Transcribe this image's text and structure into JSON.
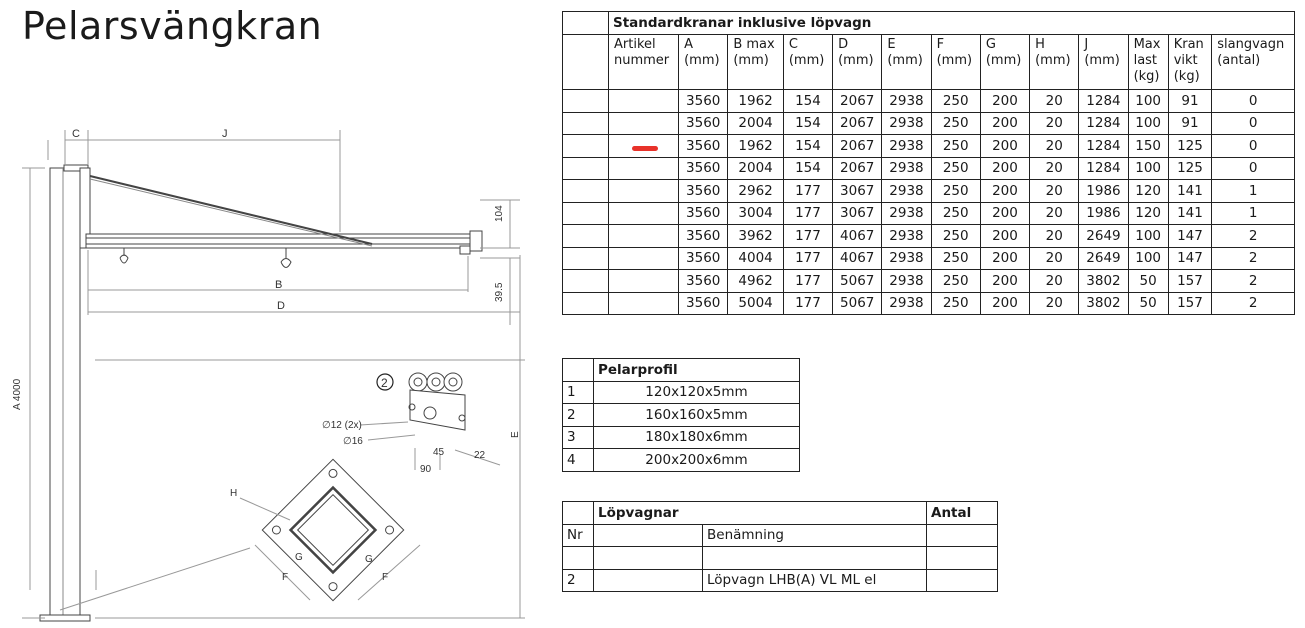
{
  "page": {
    "title": "Pelarsvängkran"
  },
  "drawing": {
    "dim_c": "C",
    "dim_j": "J",
    "dim_b": "B",
    "dim_d": "D",
    "dim_e": "E",
    "dim_a": "A 4000",
    "dim_104": "104",
    "dim_39_5": "39.5",
    "callout": "2",
    "hole_12": "∅12 (2x)",
    "hole_16": "∅16",
    "dim_45": "45",
    "dim_90": "90",
    "dim_22": "22",
    "label_h": "H",
    "label_g1": "G",
    "label_g2": "G",
    "label_f1": "F",
    "label_f2": "F"
  },
  "table_cranes": {
    "title": "Standardkranar inklusive löpvagn",
    "headers": [
      "Artikel\nnummer",
      "A\n(mm)",
      "B max\n(mm)",
      "C\n(mm)",
      "D\n(mm)",
      "E\n(mm)",
      "F\n(mm)",
      "G\n(mm)",
      "H\n(mm)",
      "J\n(mm)",
      "Max\nlast\n(kg)",
      "Kran\nvikt\n(kg)",
      "slangvagn\n(antal)"
    ],
    "rows": [
      [
        "",
        "3560",
        "1962",
        "154",
        "2067",
        "2938",
        "250",
        "200",
        "20",
        "1284",
        "100",
        "91",
        "0"
      ],
      [
        "",
        "3560",
        "2004",
        "154",
        "2067",
        "2938",
        "250",
        "200",
        "20",
        "1284",
        "100",
        "91",
        "0"
      ],
      [
        "",
        "3560",
        "1962",
        "154",
        "2067",
        "2938",
        "250",
        "200",
        "20",
        "1284",
        "150",
        "125",
        "0"
      ],
      [
        "",
        "3560",
        "2004",
        "154",
        "2067",
        "2938",
        "250",
        "200",
        "20",
        "1284",
        "100",
        "125",
        "0"
      ],
      [
        "",
        "3560",
        "2962",
        "177",
        "3067",
        "2938",
        "250",
        "200",
        "20",
        "1986",
        "120",
        "141",
        "1"
      ],
      [
        "",
        "3560",
        "3004",
        "177",
        "3067",
        "2938",
        "250",
        "200",
        "20",
        "1986",
        "120",
        "141",
        "1"
      ],
      [
        "",
        "3560",
        "3962",
        "177",
        "4067",
        "2938",
        "250",
        "200",
        "20",
        "2649",
        "100",
        "147",
        "2"
      ],
      [
        "",
        "3560",
        "4004",
        "177",
        "4067",
        "2938",
        "250",
        "200",
        "20",
        "2649",
        "100",
        "147",
        "2"
      ],
      [
        "",
        "3560",
        "4962",
        "177",
        "5067",
        "2938",
        "250",
        "200",
        "20",
        "3802",
        "50",
        "157",
        "2"
      ],
      [
        "",
        "3560",
        "5004",
        "177",
        "5067",
        "2938",
        "250",
        "200",
        "20",
        "3802",
        "50",
        "157",
        "2"
      ]
    ],
    "highlight_color": "#e8322a"
  },
  "table_profile": {
    "title": "Pelarprofil",
    "rows": [
      [
        "1",
        "120x120x5mm"
      ],
      [
        "2",
        "160x160x5mm"
      ],
      [
        "3",
        "180x180x6mm"
      ],
      [
        "4",
        "200x200x6mm"
      ]
    ]
  },
  "table_trolley": {
    "title": "Löpvagnar",
    "antal_header": "Antal",
    "nr_header": "Nr",
    "name_header": "Benämning",
    "rows": [
      [
        "",
        "",
        "",
        ""
      ],
      [
        "2",
        "",
        "Löpvagn LHB(A) VL ML el",
        ""
      ]
    ]
  }
}
